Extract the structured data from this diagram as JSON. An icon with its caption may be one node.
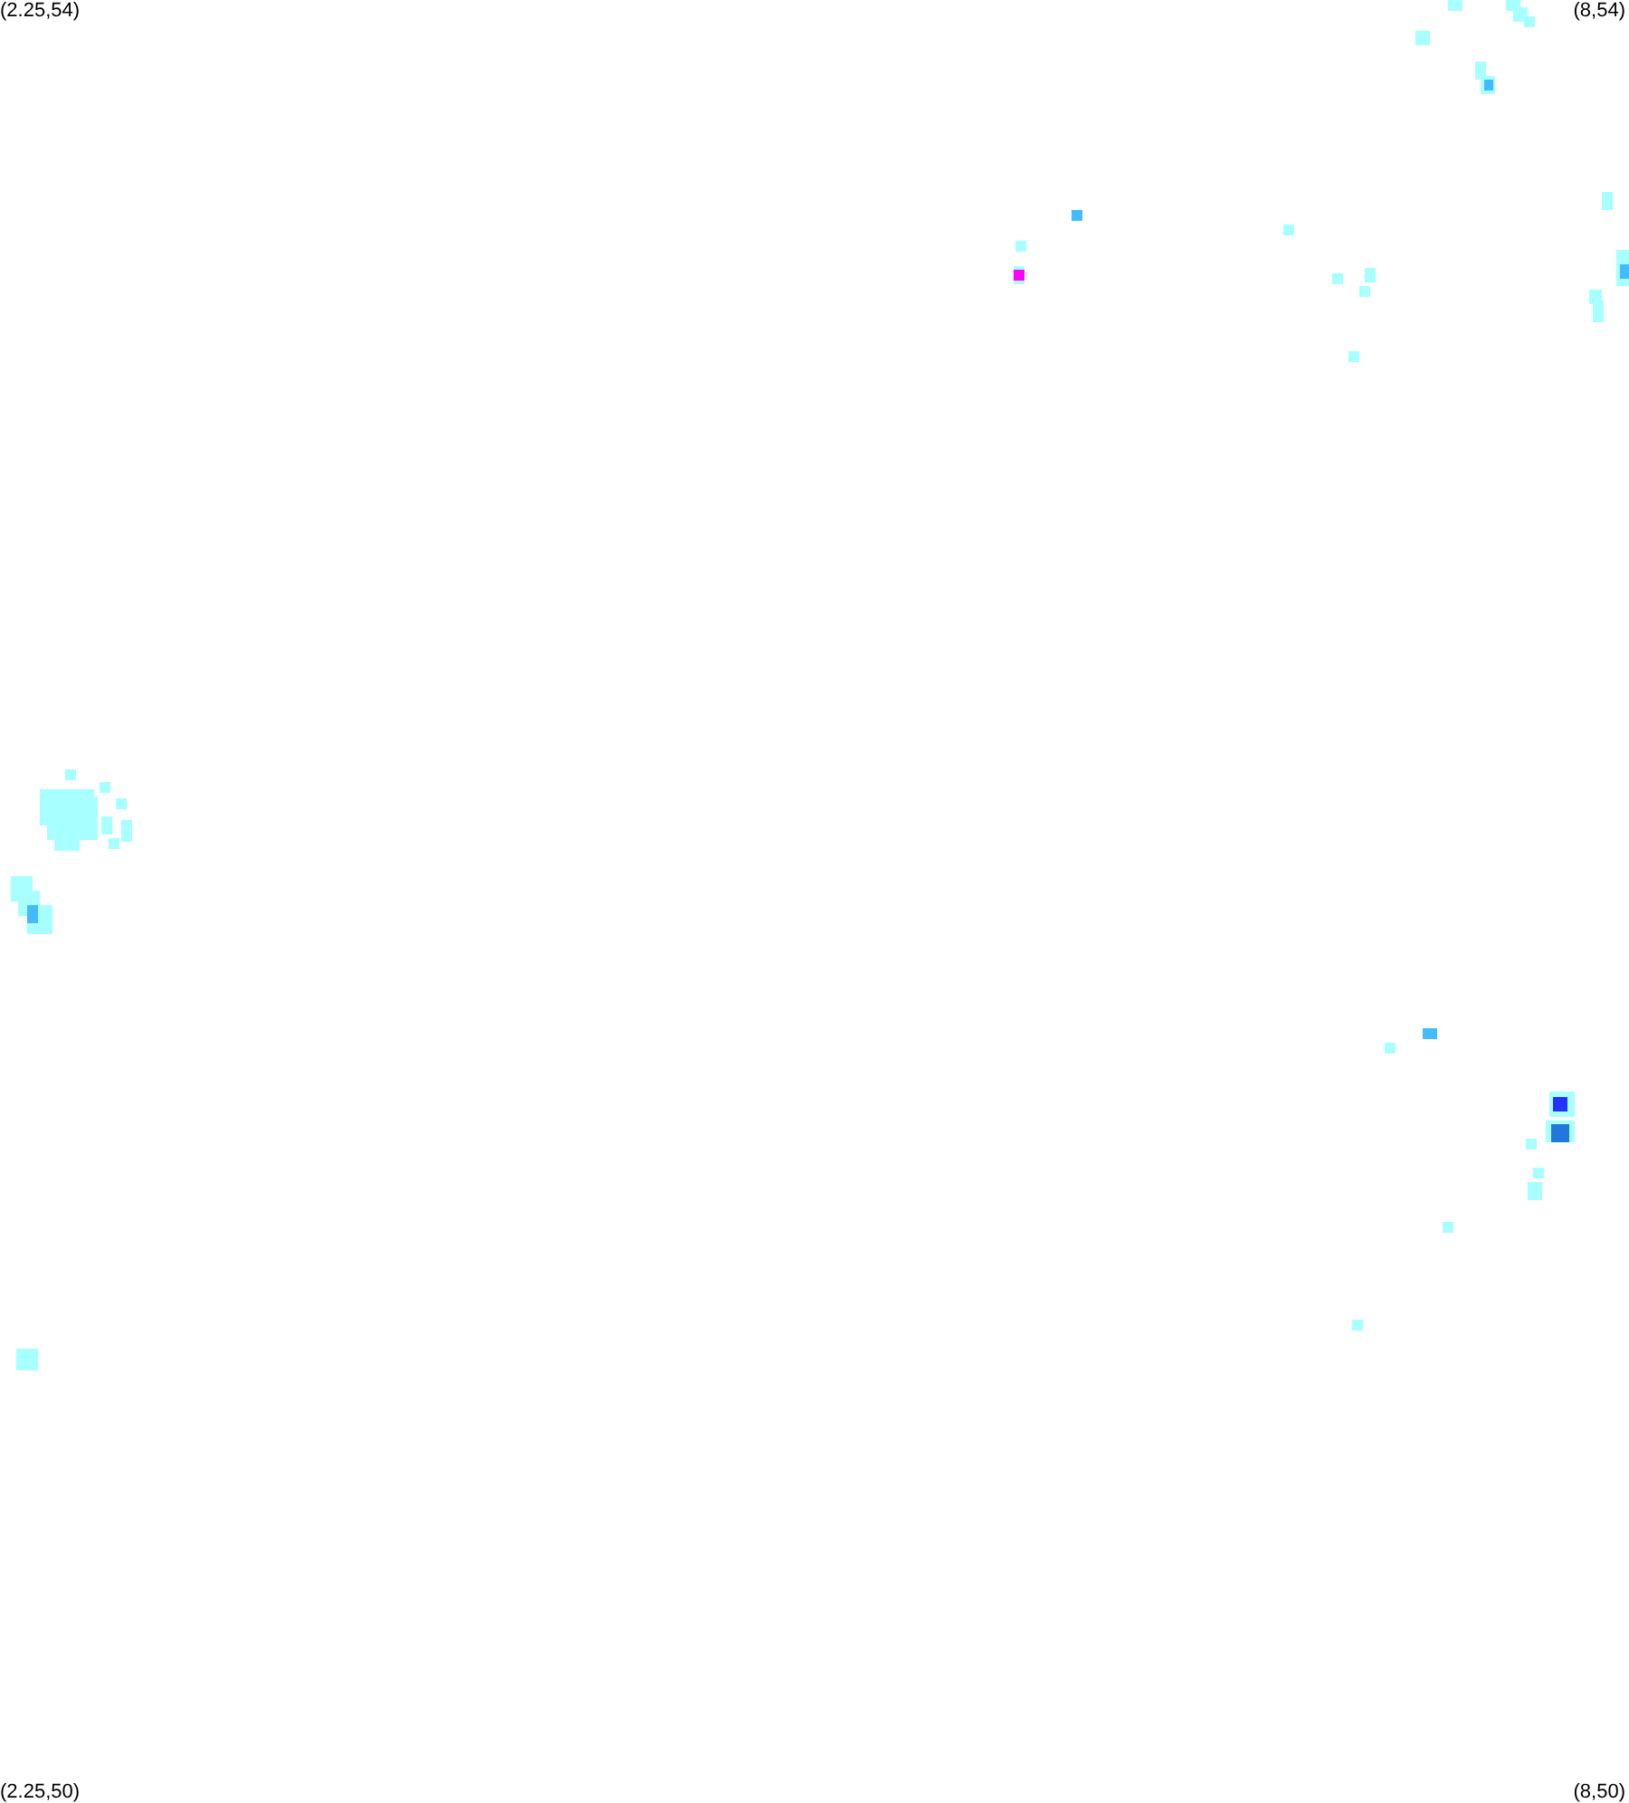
{
  "diagram": {
    "labels": [
      "(2.25,54)",
      "(8,54)",
      "(2.25,50)",
      "(8,50)"
    ]
  }
}
